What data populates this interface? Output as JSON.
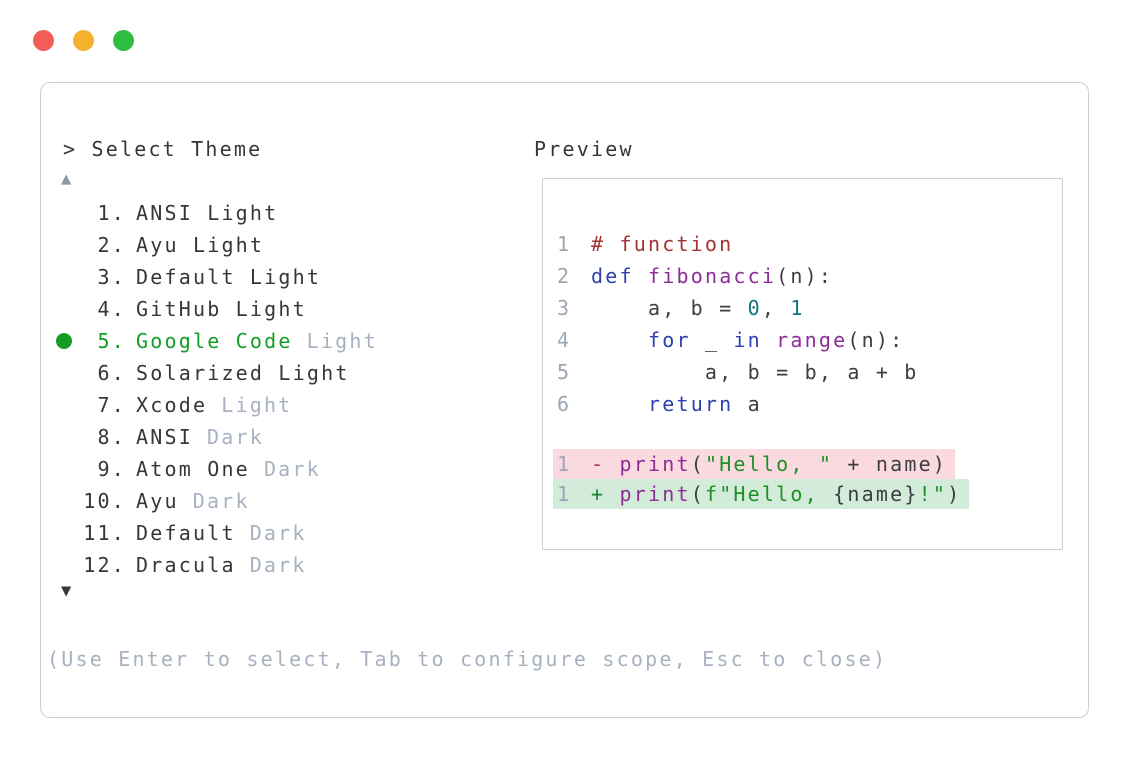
{
  "window": {
    "controls": [
      {
        "name": "close",
        "color": "#f25d56"
      },
      {
        "name": "minimize",
        "color": "#f4b12d"
      },
      {
        "name": "maximize",
        "color": "#2dbe40"
      }
    ]
  },
  "theme_picker": {
    "prompt": "> Select Theme",
    "scroll_up_icon": "▲",
    "scroll_down_icon": "▼",
    "items": [
      {
        "number": "1.",
        "name": "ANSI Light",
        "suffix": "",
        "selected": false
      },
      {
        "number": "2.",
        "name": "Ayu Light",
        "suffix": "",
        "selected": false
      },
      {
        "number": "3.",
        "name": "Default Light",
        "suffix": "",
        "selected": false
      },
      {
        "number": "4.",
        "name": "GitHub Light",
        "suffix": "",
        "selected": false
      },
      {
        "number": "5.",
        "name": "Google Code",
        "suffix": "Light",
        "selected": true
      },
      {
        "number": "6.",
        "name": "Solarized Light",
        "suffix": "",
        "selected": false
      },
      {
        "number": "7.",
        "name": "Xcode",
        "suffix": "Light",
        "selected": false
      },
      {
        "number": "8.",
        "name": "ANSI",
        "suffix": "Dark",
        "selected": false
      },
      {
        "number": "9.",
        "name": "Atom One",
        "suffix": "Dark",
        "selected": false
      },
      {
        "number": "10.",
        "name": "Ayu",
        "suffix": "Dark",
        "selected": false
      },
      {
        "number": "11.",
        "name": "Default",
        "suffix": "Dark",
        "selected": false
      },
      {
        "number": "12.",
        "name": "Dracula",
        "suffix": "Dark",
        "selected": false
      }
    ]
  },
  "preview": {
    "label": "Preview",
    "code_lines": [
      {
        "num": "1",
        "tokens": [
          {
            "text": "# function",
            "type": "com"
          }
        ]
      },
      {
        "num": "2",
        "tokens": [
          {
            "text": "def",
            "type": "kw"
          },
          {
            "text": " ",
            "type": "pln"
          },
          {
            "text": "fibonacci",
            "type": "fn"
          },
          {
            "text": "(n):",
            "type": "pln"
          }
        ]
      },
      {
        "num": "3",
        "tokens": [
          {
            "text": "    a, b = ",
            "type": "pln"
          },
          {
            "text": "0",
            "type": "lit"
          },
          {
            "text": ", ",
            "type": "pln"
          },
          {
            "text": "1",
            "type": "lit"
          }
        ]
      },
      {
        "num": "4",
        "tokens": [
          {
            "text": "    ",
            "type": "pln"
          },
          {
            "text": "for",
            "type": "kw"
          },
          {
            "text": " _ ",
            "type": "pln"
          },
          {
            "text": "in",
            "type": "kw"
          },
          {
            "text": " ",
            "type": "pln"
          },
          {
            "text": "range",
            "type": "fn"
          },
          {
            "text": "(n):",
            "type": "pln"
          }
        ]
      },
      {
        "num": "5",
        "tokens": [
          {
            "text": "        a, b = b, a + b",
            "type": "pln"
          }
        ]
      },
      {
        "num": "6",
        "tokens": [
          {
            "text": "    ",
            "type": "pln"
          },
          {
            "text": "return",
            "type": "kw"
          },
          {
            "text": " a",
            "type": "pln"
          }
        ]
      }
    ],
    "diff_lines": [
      {
        "num": "1",
        "bg": "removed",
        "tokens": [
          {
            "text": "- ",
            "type": "del"
          },
          {
            "text": "print",
            "type": "fn"
          },
          {
            "text": "(",
            "type": "pln"
          },
          {
            "text": "\"Hello, \"",
            "type": "str"
          },
          {
            "text": " + name)",
            "type": "pln"
          }
        ]
      },
      {
        "num": "1",
        "bg": "added",
        "tokens": [
          {
            "text": "+ ",
            "type": "add"
          },
          {
            "text": "print",
            "type": "fn"
          },
          {
            "text": "(",
            "type": "pln"
          },
          {
            "text": "f\"Hello, ",
            "type": "str"
          },
          {
            "text": "{name}",
            "type": "pln"
          },
          {
            "text": "!\"",
            "type": "str"
          },
          {
            "text": ")",
            "type": "pln"
          }
        ]
      }
    ]
  },
  "footer": {
    "help": "(Use Enter to select, Tab to configure scope, Esc to close)"
  },
  "colors": {
    "text": "#34373c",
    "muted": "#a8b1c1",
    "arrow": "#8b97ab",
    "green": "#149d26",
    "border": "#cbd0d8",
    "ln": "#9ba5b5",
    "pln": "#3b3e44",
    "com": "#a33434",
    "kw": "#2e3fb0",
    "fn": "#8d2e97",
    "lit": "#10757f",
    "str": "#1e8f28",
    "del": "#a8343c",
    "add": "#1d8030",
    "removedbg": "#fadade",
    "addedbg": "#d3ebd9"
  }
}
